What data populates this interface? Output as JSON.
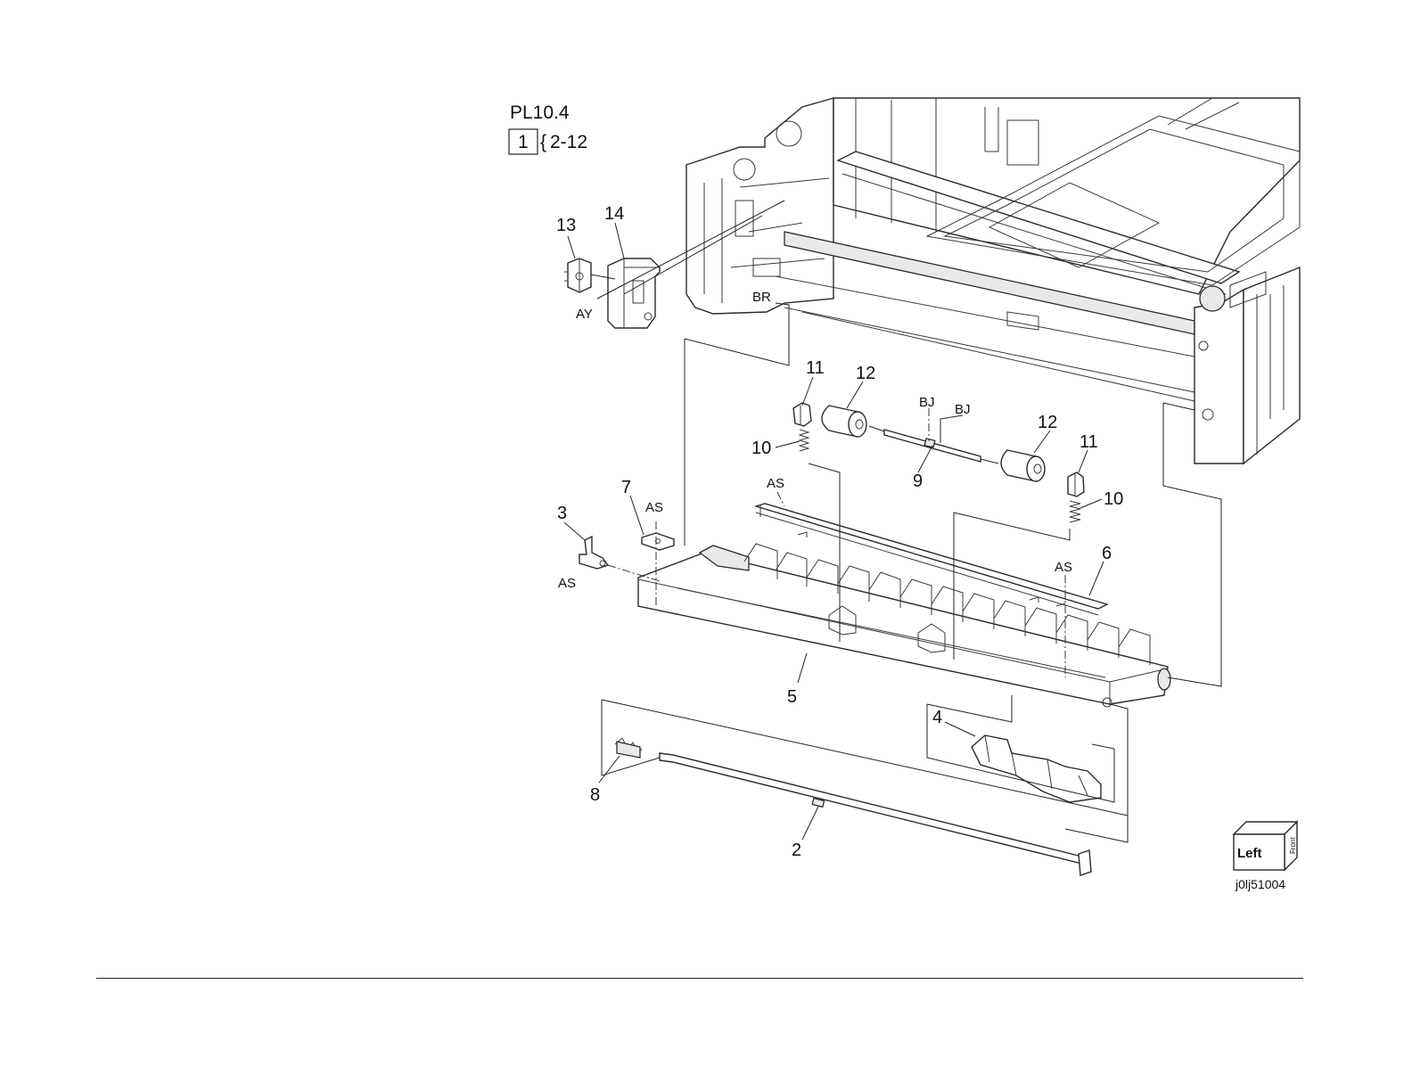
{
  "header": {
    "plate_id": "PL10.4",
    "assembly_box": "1",
    "assembly_brace": "{",
    "assembly_range": "2-12"
  },
  "callouts": {
    "c13": "13",
    "c14": "14",
    "c11a": "11",
    "c12a": "12",
    "c12b": "12",
    "c11b": "11",
    "c10a": "10",
    "c10b": "10",
    "c9": "9",
    "c7": "7",
    "c3": "3",
    "c6": "6",
    "c5": "5",
    "c4": "4",
    "c8": "8",
    "c2": "2"
  },
  "refs": {
    "ay": "AY",
    "br": "BR",
    "bj1": "BJ",
    "bj2": "BJ",
    "as_top": "AS",
    "as_left": "AS",
    "as_bracket": "AS",
    "as_right": "AS"
  },
  "orientation_cube": {
    "left": "Left",
    "front": "Front"
  },
  "figure_id": "j0lj51004"
}
